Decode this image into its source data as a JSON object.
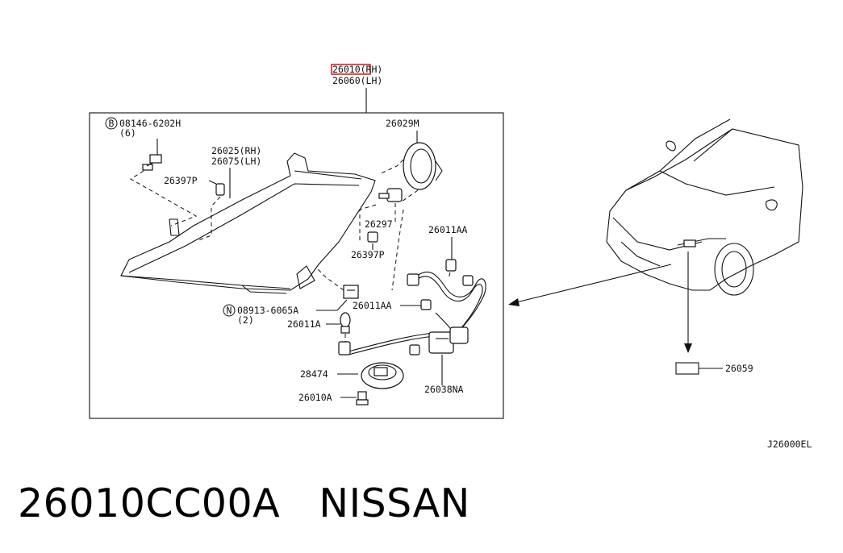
{
  "diagram": {
    "header_labels": {
      "rh": "26010(RH)",
      "lh": "26060(LH)"
    },
    "highlighted_part": "26010",
    "labels": {
      "bolt_ref": "08146-6202H",
      "bolt_qty": "(6)",
      "cover_rh": "26025(RH)",
      "cover_lh": "26075(LH)",
      "socket_a": "26397P",
      "bracket": "26029M",
      "bulb_h": "26297",
      "socket_b": "26397P",
      "bulb_aa_top": "26011AA",
      "nut_ref": "08913-6065A",
      "nut_qty": "(2)",
      "bulb_aa_mid": "26011AA",
      "bulb_a": "26011A",
      "ballast": "28474",
      "harness": "26038NA",
      "screw": "26010A",
      "label_part": "26059"
    },
    "circle_marks": {
      "bolt": "B",
      "nut": "N"
    },
    "drawing_code": "J26000EL"
  },
  "caption": {
    "part_number": "26010CC00A",
    "brand": "NISSAN"
  }
}
